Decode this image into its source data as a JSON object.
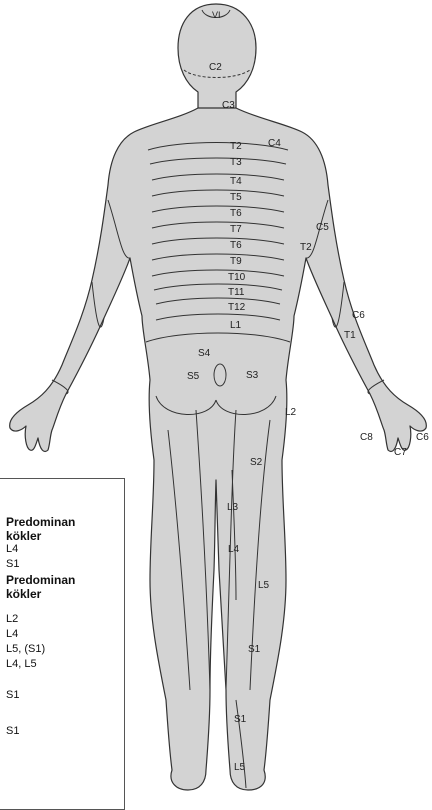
{
  "dermatome_labels": {
    "vi": "VI",
    "c2": "C2",
    "c3": "C3",
    "t2": "T2",
    "c4": "C4",
    "t3": "T3",
    "t4": "T4",
    "t5": "T5",
    "t6a": "T6",
    "t7": "T7",
    "t6b": "T6",
    "t9": "T9",
    "t10": "T10",
    "t11": "T11",
    "t12": "T12",
    "l1": "L1",
    "c5": "C5",
    "t2_arm": "T2",
    "c6": "C6",
    "t1": "T1",
    "s4": "S4",
    "s5": "S5",
    "s3": "S3",
    "l2": "L2",
    "c8": "C8",
    "c6_hand": "C6",
    "c7": "C7",
    "s2": "S2",
    "l3": "L3",
    "l4": "L4",
    "l5": "L5",
    "s1": "S1",
    "s1_foot": "S1",
    "l5_foot": "L5"
  },
  "panel": {
    "header_1_line1": "Predominan",
    "header_1_line2": "kökler",
    "roots_1": [
      "L4",
      "S1"
    ],
    "header_2_line1": "Predominan",
    "header_2_line2": "kökler",
    "roots_2": [
      "L2",
      "L4",
      "L5, (S1)",
      "L4, L5",
      "S1",
      "S1"
    ]
  }
}
